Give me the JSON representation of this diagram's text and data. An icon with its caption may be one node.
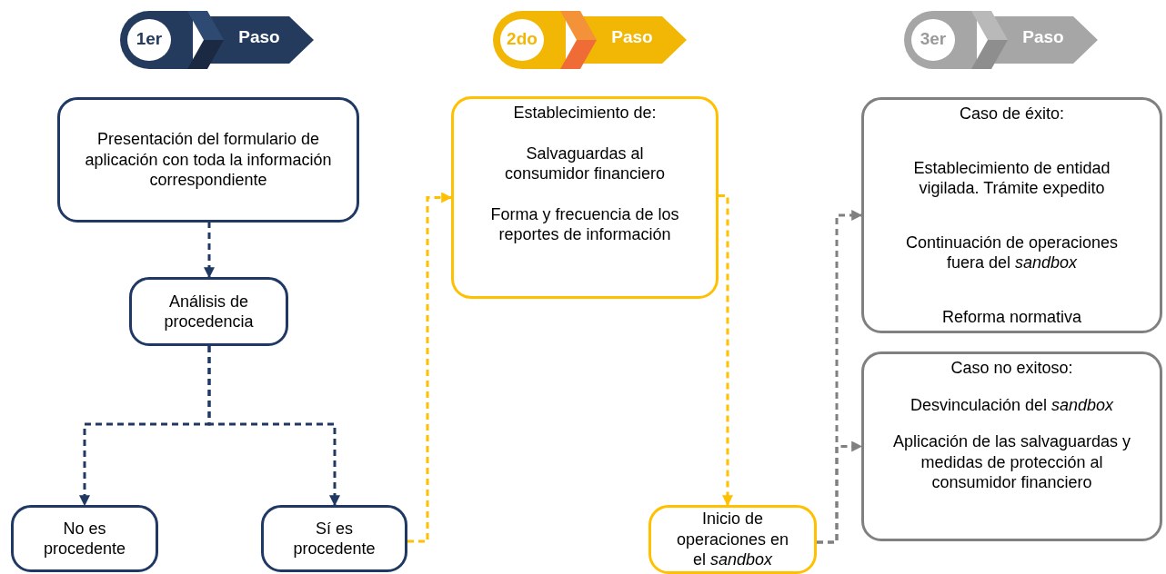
{
  "diagram": {
    "nodes": [
      {
        "text": [
          "1er",
          "Paso"
        ]
      },
      {
        "text": [
          "2do",
          "Paso"
        ]
      },
      {
        "text": [
          "3er",
          "Paso"
        ]
      },
      {
        "text": [
          "Presentación del formulario de aplicación con toda la información correspondiente"
        ]
      },
      {
        "text": [
          "Análisis de procedencia"
        ]
      },
      {
        "text": [
          "No es procedente"
        ]
      },
      {
        "text": [
          "Sí es procedente"
        ]
      },
      {
        "text": [
          "Establecimiento de:",
          "Salvaguardas al consumidor financiero",
          "Forma y frecuencia de los reportes de información"
        ]
      },
      {
        "text": [
          "Inicio de operaciones en el *sandbox*"
        ]
      },
      {
        "text": [
          "Caso de éxito:",
          "Establecimiento de entidad vigilada. Trámite expedito",
          "Continuación de operaciones fuera del *sandbox*",
          "Reforma normativa"
        ]
      },
      {
        "text": [
          "Caso no exitoso:",
          "Desvinculación del *sandbox*",
          "Aplicación de las salvaguardas y medidas de protección al consumidor financiero"
        ]
      }
    ],
    "edges": [
      {
        "from": 3,
        "to": 4,
        "arrow": "to",
        "style": "dashed",
        "color": "#1f3864"
      },
      {
        "from": 4,
        "to": 5,
        "arrow": "to",
        "style": "dashed",
        "color": "#1f3864"
      },
      {
        "from": 4,
        "to": 6,
        "arrow": "to",
        "style": "dashed",
        "color": "#1f3864"
      },
      {
        "from": 6,
        "to": 7,
        "arrow": "to",
        "style": "dashed",
        "color": "#ffc000"
      },
      {
        "from": 7,
        "to": 8,
        "arrow": "to",
        "style": "dashed",
        "color": "#ffc000"
      },
      {
        "from": 8,
        "to": 9,
        "arrow": "to",
        "style": "dashed",
        "color": "#808080"
      },
      {
        "from": 8,
        "to": 10,
        "arrow": "to",
        "style": "dashed",
        "color": "#808080"
      }
    ]
  }
}
